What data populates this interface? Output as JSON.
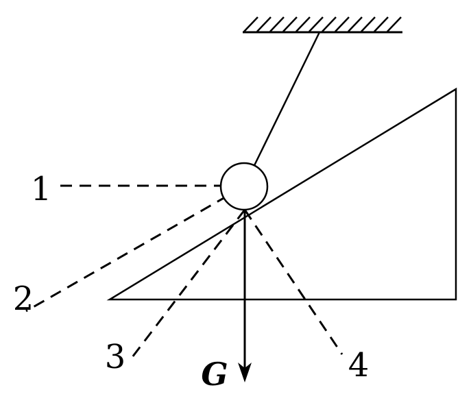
{
  "figure": {
    "background_color": "#ffffff",
    "line_color": "#000000",
    "labels": {
      "option_1": "1",
      "option_2": "2",
      "option_3": "3",
      "option_4": "4",
      "gravity": "G"
    }
  }
}
